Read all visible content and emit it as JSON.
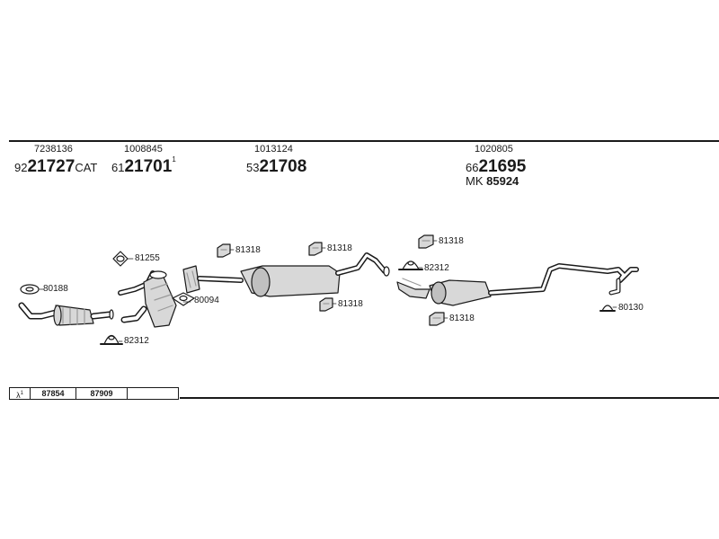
{
  "header_refs": [
    {
      "small": "7238136",
      "prefix": "92",
      "main": "21727",
      "suffix": "CAT",
      "superscript": ""
    },
    {
      "small": "1008845",
      "prefix": "61",
      "main": "21701",
      "suffix": "",
      "superscript": "1"
    },
    {
      "small": "1013124",
      "prefix": "53",
      "main": "21708",
      "suffix": "",
      "superscript": ""
    },
    {
      "small": "1020805",
      "prefix": "66",
      "main": "21695",
      "suffix": "",
      "superscript": ""
    }
  ],
  "mk_ref": {
    "prefix": "MK",
    "number": "85924"
  },
  "part_labels": {
    "p80188": "80188",
    "p81255": "81255",
    "p80094": "80094",
    "p82312_left": "82312",
    "p81318_a": "81318",
    "p81318_b": "81318",
    "p81318_c": "81318",
    "p81318_d": "81318",
    "p82312_right": "82312",
    "p81318_e": "81318",
    "p80130": "80130"
  },
  "footer": {
    "symbol": "λ",
    "symbol_sup": "1",
    "cells": [
      "87854",
      "87909",
      ""
    ]
  },
  "colors": {
    "ink": "#1a1a1a",
    "part_fill": "#d8d8d8",
    "part_shade": "#9a9a9a"
  }
}
